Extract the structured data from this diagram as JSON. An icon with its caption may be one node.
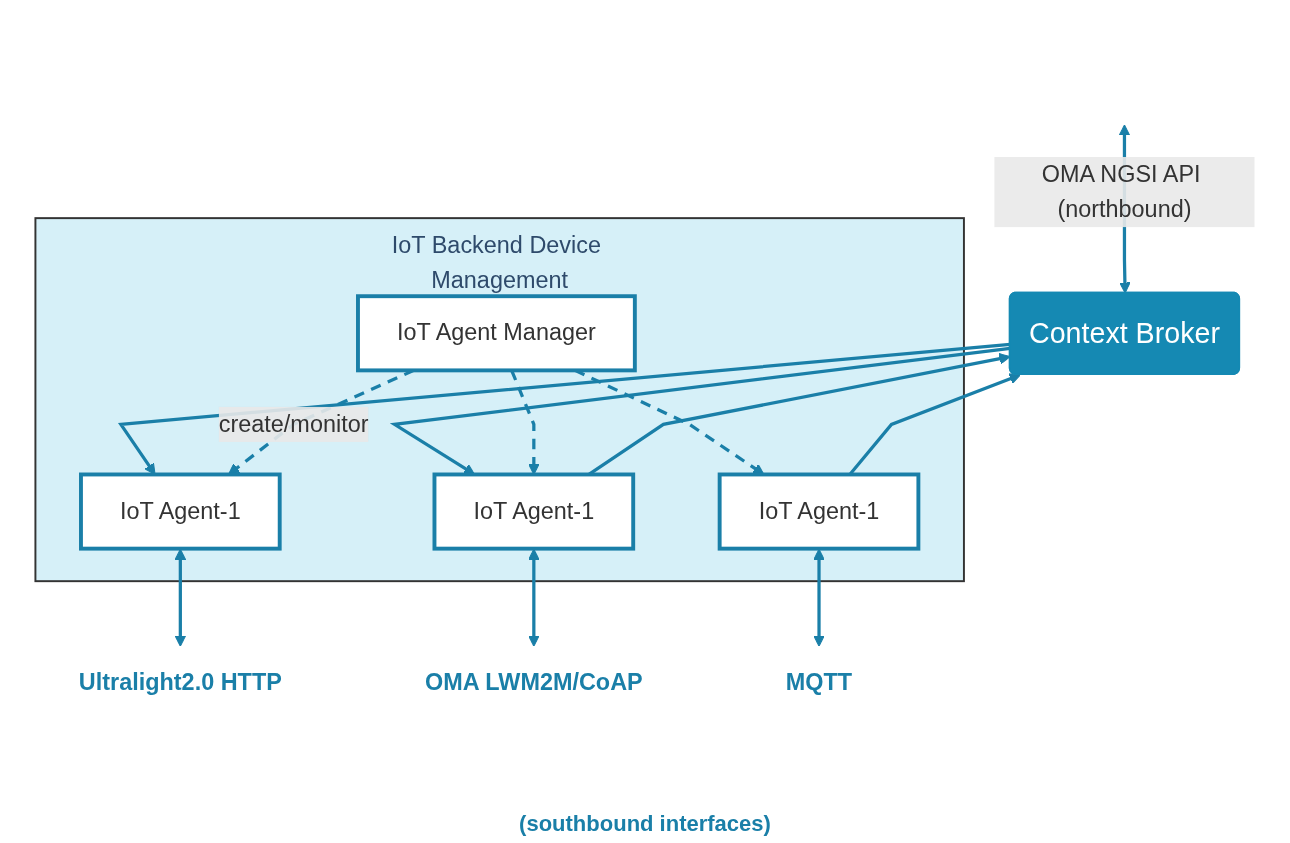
{
  "diagram": {
    "nodes": [
      {
        "text": [
          "Context Broker"
        ]
      },
      {
        "text": [
          "IoT Backend Device Management"
        ]
      },
      {
        "text": [
          "IoT Agent-1"
        ],
        "in": 1
      },
      {
        "text": [
          "IoT Agent-1"
        ],
        "in": 1
      },
      {
        "text": [
          "IoT Agent-1"
        ],
        "in": 1
      },
      {
        "text": [
          "IoT Agent Manager"
        ],
        "in": 1
      },
      {
        "text": [
          "Ultralight2.0 HTTP"
        ]
      },
      {
        "text": [
          "MQTT"
        ]
      },
      {
        "text": [
          "OMA LWM2M/CoAP"
        ]
      }
    ],
    "edges": [
      {
        "from": 0,
        "to": null,
        "arrow": "both",
        "label": "OMA NGSI API (northbound)"
      },
      {
        "from": 0,
        "to": 2,
        "arrow": "to"
      },
      {
        "from": 3,
        "to": 0,
        "arrow": "to"
      },
      {
        "from": 0,
        "to": 4,
        "arrow": "to"
      },
      {
        "from": 4,
        "to": 0,
        "arrow": "to"
      },
      {
        "from": 5,
        "to": 2,
        "arrow": "to",
        "style": "dashed",
        "label": "create/monitor"
      },
      {
        "from": 5,
        "to": 3,
        "arrow": "to",
        "style": "dashed"
      },
      {
        "from": 5,
        "to": 4,
        "arrow": "to",
        "style": "dashed"
      },
      {
        "from": 2,
        "to": 6,
        "arrow": "both"
      },
      {
        "from": 3,
        "to": 7,
        "arrow": "both"
      },
      {
        "from": 4,
        "to": 8,
        "arrow": "both"
      }
    ],
    "labels": [
      "(southbound interfaces)"
    ]
  }
}
